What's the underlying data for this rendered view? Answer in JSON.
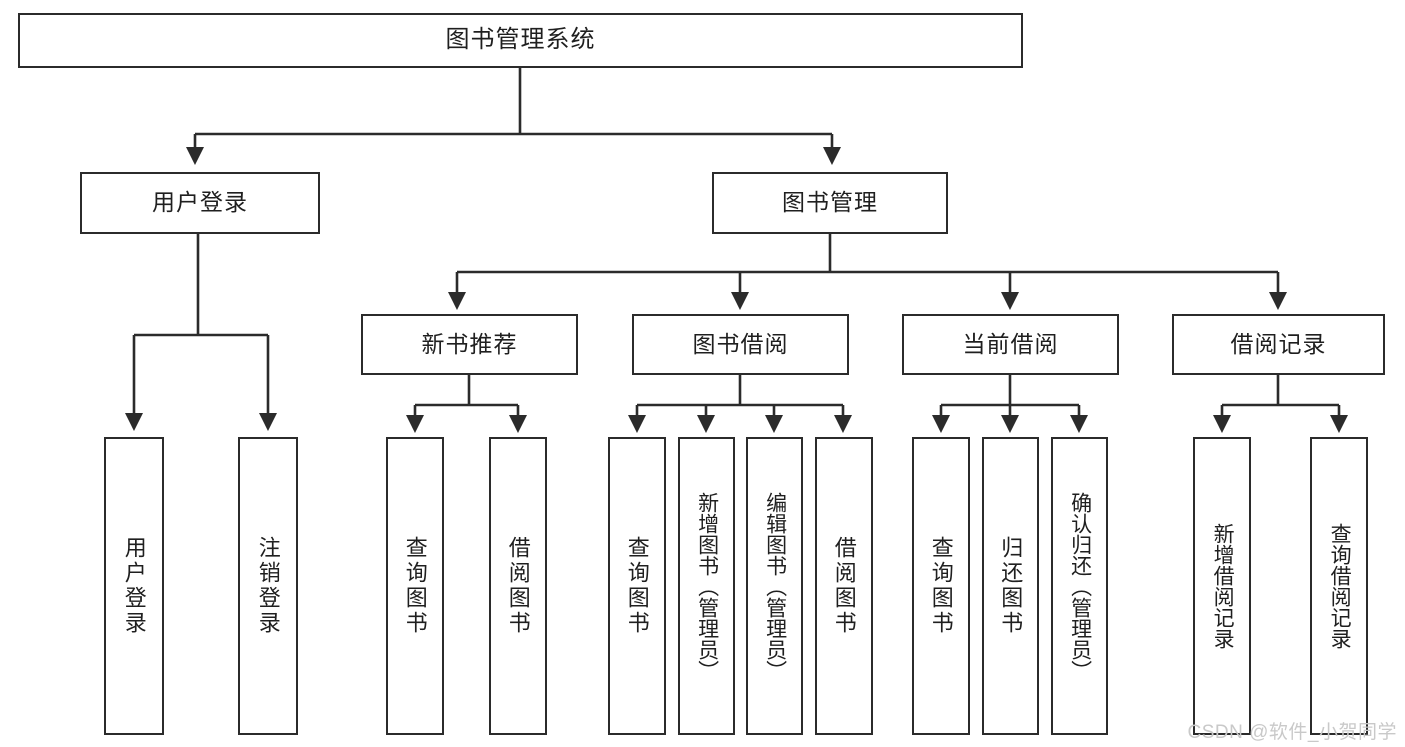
{
  "diagram": {
    "title": "图书管理系统",
    "type": "hierarchy-tree",
    "colors": {
      "background": "#ffffff",
      "stroke": "#2b2b2b",
      "text": "#1f1f1f",
      "watermark": "#c9c9c9"
    },
    "root": {
      "label": "图书管理系统",
      "orientation": "horizontal"
    },
    "level1": [
      {
        "id": "user-login",
        "label": "用户登录",
        "orientation": "horizontal"
      },
      {
        "id": "book-management",
        "label": "图书管理",
        "orientation": "horizontal"
      }
    ],
    "level2": [
      {
        "id": "new-book-recommend",
        "label": "新书推荐",
        "orientation": "horizontal",
        "parent": "book-management"
      },
      {
        "id": "book-borrow",
        "label": "图书借阅",
        "orientation": "horizontal",
        "parent": "book-management"
      },
      {
        "id": "current-borrow",
        "label": "当前借阅",
        "orientation": "horizontal",
        "parent": "book-management"
      },
      {
        "id": "borrow-record",
        "label": "借阅记录",
        "orientation": "horizontal",
        "parent": "book-management"
      }
    ],
    "leaves": [
      {
        "id": "leaf-user-login",
        "label": "用户登录",
        "parent": "user-login",
        "orientation": "vertical"
      },
      {
        "id": "leaf-user-logout",
        "label": "注销登录",
        "parent": "user-login",
        "orientation": "vertical"
      },
      {
        "id": "leaf-query-book-1",
        "label": "查询图书",
        "parent": "new-book-recommend",
        "orientation": "vertical"
      },
      {
        "id": "leaf-borrow-book-1",
        "label": "借阅图书",
        "parent": "new-book-recommend",
        "orientation": "vertical"
      },
      {
        "id": "leaf-query-book-2",
        "label": "查询图书",
        "parent": "book-borrow",
        "orientation": "vertical"
      },
      {
        "id": "leaf-add-book",
        "label": "新增图书（管理员）",
        "parent": "book-borrow",
        "orientation": "vertical"
      },
      {
        "id": "leaf-edit-book",
        "label": "编辑图书（管理员）",
        "parent": "book-borrow",
        "orientation": "vertical"
      },
      {
        "id": "leaf-borrow-book-2",
        "label": "借阅图书",
        "parent": "book-borrow",
        "orientation": "vertical"
      },
      {
        "id": "leaf-query-book-3",
        "label": "查询图书",
        "parent": "current-borrow",
        "orientation": "vertical"
      },
      {
        "id": "leaf-return-book",
        "label": "归还图书",
        "parent": "current-borrow",
        "orientation": "vertical"
      },
      {
        "id": "leaf-confirm-return",
        "label": "确认归还（管理员）",
        "parent": "current-borrow",
        "orientation": "vertical"
      },
      {
        "id": "leaf-add-record",
        "label": "新增借阅记录",
        "parent": "borrow-record",
        "orientation": "vertical"
      },
      {
        "id": "leaf-query-record",
        "label": "查询借阅记录",
        "parent": "borrow-record",
        "orientation": "vertical"
      }
    ],
    "watermark": "CSDN @软件_小贺同学"
  }
}
